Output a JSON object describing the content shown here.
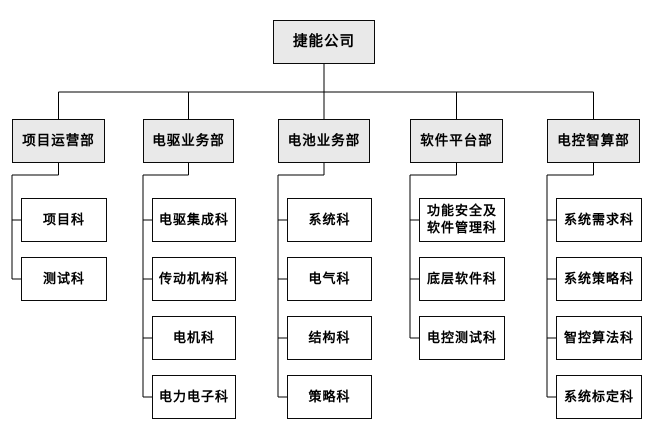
{
  "diagram": {
    "type": "org-chart",
    "root": {
      "label": "捷能公司"
    },
    "departments": [
      {
        "label": "项目运营部",
        "sections": [
          "项目科",
          "测试科"
        ]
      },
      {
        "label": "电驱业务部",
        "sections": [
          "电驱集成科",
          "传动机构科",
          "电机科",
          "电力电子科"
        ]
      },
      {
        "label": "电池业务部",
        "sections": [
          "系统科",
          "电气科",
          "结构科",
          "策略科"
        ]
      },
      {
        "label": "软件平台部",
        "sections": [
          "功能安全及\n软件管理科",
          "底层软件科",
          "电控测试科"
        ]
      },
      {
        "label": "电控智算部",
        "sections": [
          "系统需求科",
          "系统策略科",
          "智控算法科",
          "系统标定科"
        ]
      }
    ],
    "colors": {
      "branch_fill": "#e9e9e9",
      "leaf_fill": "#ffffff",
      "border": "#0a0a0a",
      "line": "#000000",
      "background": "#ffffff"
    }
  }
}
